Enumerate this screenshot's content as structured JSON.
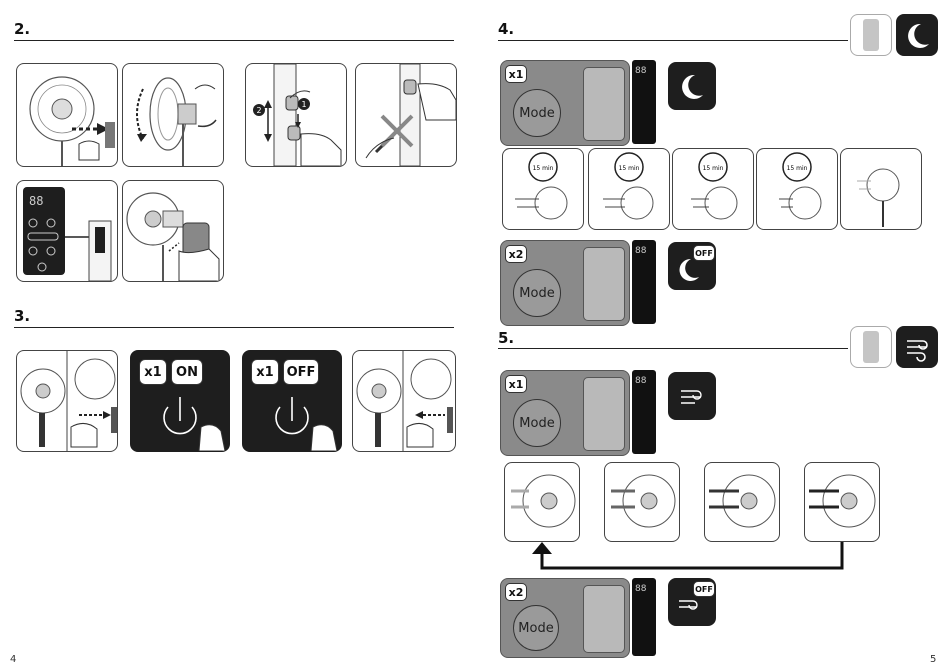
{
  "page_left": {
    "sections": [
      {
        "number": "2."
      },
      {
        "number": "3."
      }
    ],
    "page_number": "4"
  },
  "page_right": {
    "sections": [
      {
        "number": "4."
      },
      {
        "number": "5."
      }
    ],
    "page_number": "5"
  },
  "step3": {
    "power_on": {
      "count": "x1",
      "state": "ON"
    },
    "power_off": {
      "count": "x1",
      "state": "OFF"
    }
  },
  "step4": {
    "press_once": {
      "count": "x1",
      "button": "Mode"
    },
    "press_twice": {
      "count": "x2",
      "button": "Mode",
      "state": "OFF"
    },
    "timer_label": "15 min"
  },
  "step5": {
    "press_once": {
      "count": "x1",
      "button": "Mode"
    },
    "press_twice": {
      "count": "x2",
      "button": "Mode",
      "state": "OFF"
    }
  },
  "display_digits": "88",
  "icons": {
    "sleep": "moon-icon",
    "natural_wind": "wind-icon",
    "power": "power-icon",
    "fan": "fan-icon",
    "hand": "finger-icon"
  },
  "colors": {
    "dark_panel": "#1e1e1e",
    "gray_button": "#8a8a8a",
    "line": "#222222"
  }
}
